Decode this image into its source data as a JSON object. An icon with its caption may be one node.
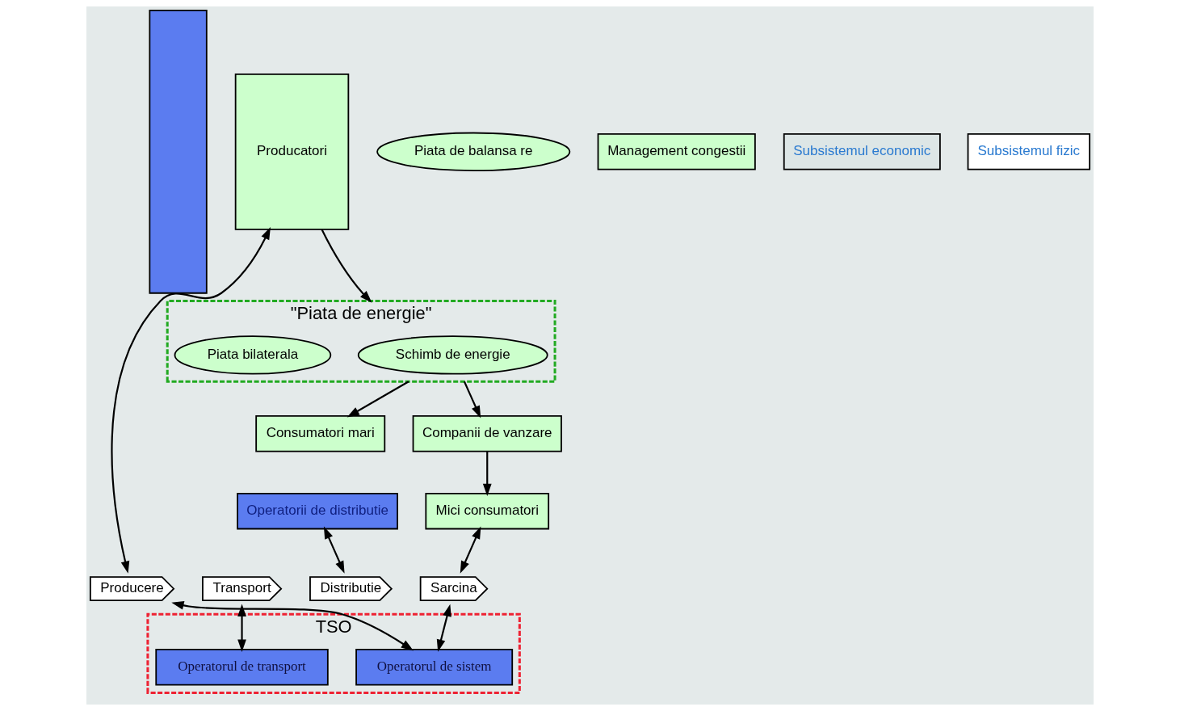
{
  "diagram": {
    "nodes": [
      {
        "text": [],
        "shape": "bar"
      },
      {
        "text": [
          "Producatori"
        ]
      },
      {
        "text": [
          "\"Piata de energie\""
        ]
      },
      {
        "text": [
          "Schimb de energie"
        ],
        "in": 2
      },
      {
        "text": [
          "Piata bilaterala"
        ],
        "in": 2
      },
      {
        "text": [
          "TSO"
        ]
      },
      {
        "text": [
          "Piata de balansa re"
        ]
      },
      {
        "text": [
          "Management congestii"
        ]
      },
      {
        "text": [
          "Operatorul de sistem"
        ],
        "in": 5
      },
      {
        "text": [
          "Operatorul de transport"
        ],
        "in": 5
      },
      {
        "text": [
          "Operatorii de distributie"
        ]
      },
      {
        "text": [
          "Consumatori mari"
        ]
      },
      {
        "text": [
          "Companii de vanzare"
        ]
      },
      {
        "text": [
          "Mici consumatori"
        ]
      },
      {
        "text": [
          "Subsistemul economic"
        ]
      },
      {
        "text": [
          "Subsistemul fizic"
        ]
      },
      {
        "text": [
          "Producere"
        ]
      },
      {
        "text": [
          "Transport"
        ]
      },
      {
        "text": [
          "Distributie"
        ]
      },
      {
        "text": [
          "Sarcina"
        ]
      }
    ],
    "edges": [
      {
        "from": 1,
        "to": 2,
        "arrow": "to"
      },
      {
        "from": 2,
        "to": 11,
        "arrow": "to"
      },
      {
        "from": 2,
        "to": 12,
        "arrow": "to"
      },
      {
        "from": 12,
        "to": 13,
        "arrow": "to"
      },
      {
        "from": 1,
        "to": 16,
        "arrow": "both"
      },
      {
        "from": 16,
        "to": 8,
        "arrow": "both"
      },
      {
        "from": 19,
        "to": 8,
        "arrow": "both"
      },
      {
        "from": 9,
        "to": 17,
        "arrow": "both"
      },
      {
        "from": 10,
        "to": 18,
        "arrow": "both"
      },
      {
        "from": 13,
        "to": 19,
        "arrow": "both"
      }
    ]
  }
}
